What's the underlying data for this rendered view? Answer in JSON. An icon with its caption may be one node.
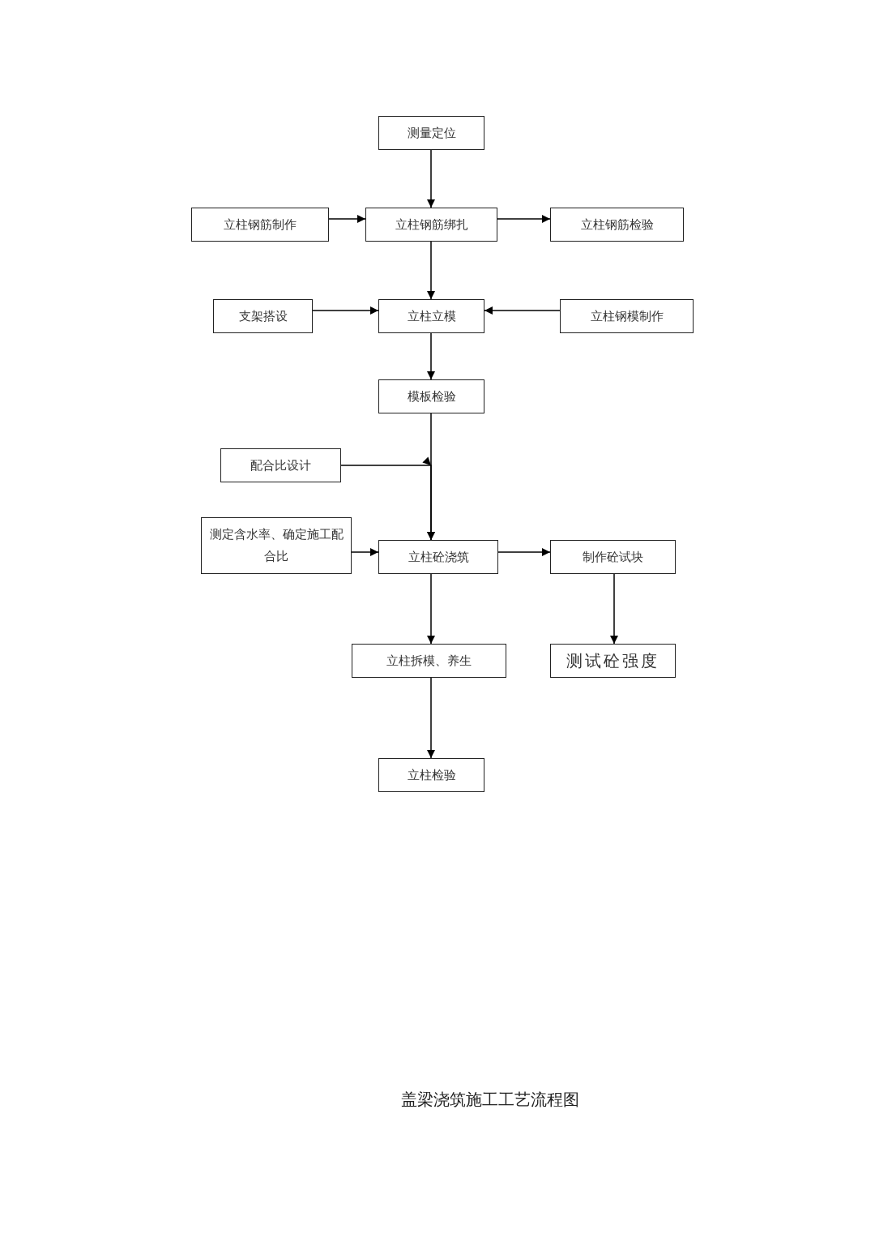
{
  "diagram": {
    "caption": "盖梁浇筑施工工艺流程图",
    "nodes": [
      {
        "text": [
          "测量定位"
        ]
      },
      {
        "text": [
          "立柱钢筋制作"
        ]
      },
      {
        "text": [
          "立柱钢筋绑扎"
        ]
      },
      {
        "text": [
          "立柱钢筋检验"
        ]
      },
      {
        "text": [
          "支架搭设"
        ]
      },
      {
        "text": [
          "立柱立模"
        ]
      },
      {
        "text": [
          "立柱钢模制作"
        ]
      },
      {
        "text": [
          "模板检验"
        ]
      },
      {
        "text": [
          "配合比设计"
        ]
      },
      {
        "text": [
          "测定含水率、确定施工配合比"
        ]
      },
      {
        "text": [
          "立柱砼浇筑"
        ]
      },
      {
        "text": [
          "制作砼试块"
        ]
      },
      {
        "text": [
          "立柱拆模、养生"
        ]
      },
      {
        "text": [
          "测试砼强度"
        ]
      },
      {
        "text": [
          "立柱检验"
        ]
      }
    ],
    "edges": [
      {
        "from": 0,
        "to": 2,
        "arrow": "to"
      },
      {
        "from": 1,
        "to": 2,
        "arrow": "to"
      },
      {
        "from": 2,
        "to": 3,
        "arrow": "to"
      },
      {
        "from": 2,
        "to": 5,
        "arrow": "to"
      },
      {
        "from": 4,
        "to": 5,
        "arrow": "to"
      },
      {
        "from": 6,
        "to": 5,
        "arrow": "to"
      },
      {
        "from": 5,
        "to": 7,
        "arrow": "to"
      },
      {
        "from": 7,
        "to": 10,
        "arrow": "to"
      },
      {
        "from": 8,
        "to": 10,
        "arrow": "to"
      },
      {
        "from": 9,
        "to": 10,
        "arrow": "to"
      },
      {
        "from": 10,
        "to": 11,
        "arrow": "to"
      },
      {
        "from": 10,
        "to": 12,
        "arrow": "to"
      },
      {
        "from": 11,
        "to": 13,
        "arrow": "to"
      },
      {
        "from": 12,
        "to": 14,
        "arrow": "to"
      }
    ]
  }
}
